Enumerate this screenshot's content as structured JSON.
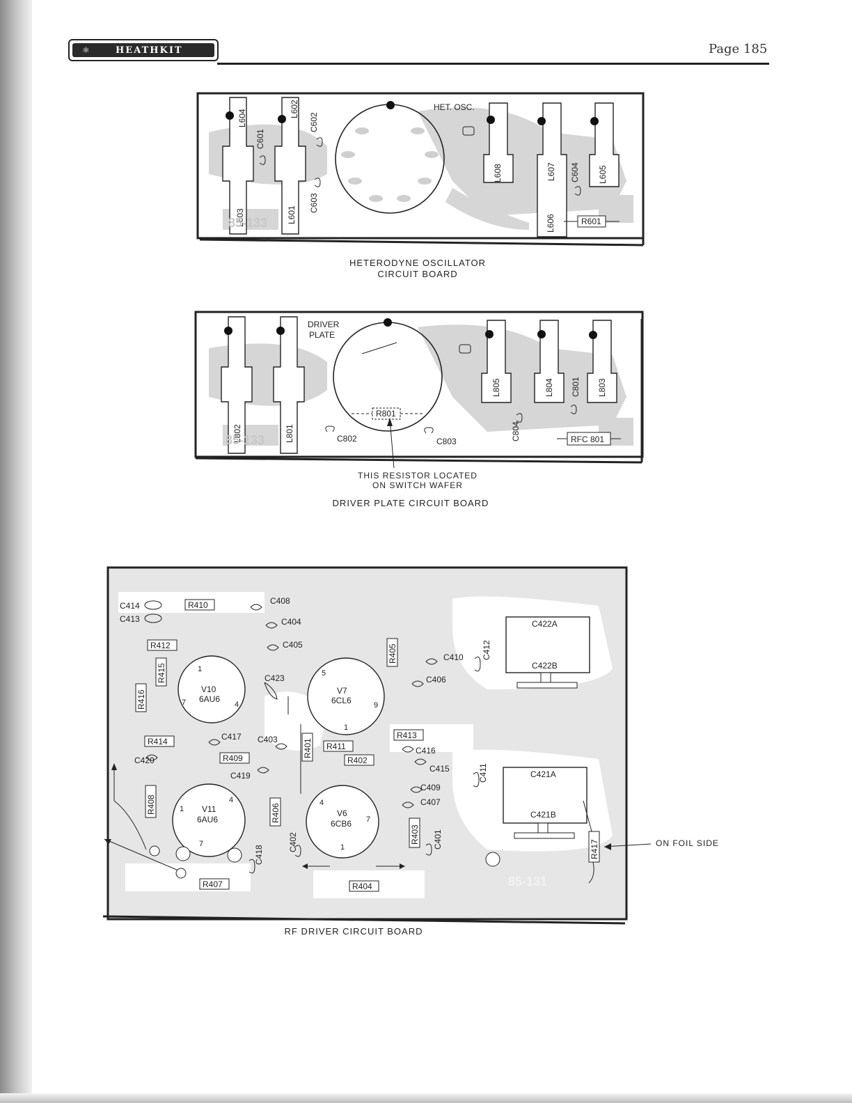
{
  "header": {
    "logo_text": "HEATHKIT",
    "page_label": "Page 185"
  },
  "board1": {
    "caption_line1": "HETERODYNE OSCILLATOR",
    "caption_line2": "CIRCUIT BOARD",
    "switch_label": "HET. OSC.",
    "board_number": "85-133",
    "labels": {
      "l604": "L604",
      "l602": "L602",
      "c602": "C602",
      "c601": "C601",
      "l603": "L603",
      "l601": "L601",
      "c603": "C603",
      "l608": "L608",
      "l607": "L607",
      "c604": "C604",
      "l605": "L605",
      "l606": "L606",
      "r601": "R601"
    }
  },
  "board2": {
    "caption": "DRIVER PLATE CIRCUIT BOARD",
    "note_line1": "THIS RESISTOR LOCATED",
    "note_line2": "ON SWITCH WAFER",
    "switch_label_1": "DRIVER",
    "switch_label_2": "PLATE",
    "board_number": "85-133",
    "labels": {
      "l802": "L802",
      "l801": "L801",
      "r801": "R801",
      "c802": "C802",
      "c803": "C803",
      "l805": "L805",
      "l804": "L804",
      "c801": "C801",
      "l803": "L803",
      "c804": "C804",
      "rfc801": "RFC 801"
    }
  },
  "board3": {
    "caption": "RF DRIVER CIRCUIT BOARD",
    "foil_note": "ON FOIL SIDE",
    "board_number": "85-131",
    "tubes": {
      "v10": "V10",
      "v10_type": "6AU6",
      "v7": "V7",
      "v7_type": "6CL6",
      "v11": "V11",
      "v11_type": "6AU6",
      "v6": "V6",
      "v6_type": "6CB6"
    },
    "labels": {
      "c414": "C414",
      "c413": "C413",
      "r410": "R410",
      "c408": "C408",
      "c404": "C404",
      "c405": "C405",
      "r412": "R412",
      "r415": "R415",
      "r416": "R416",
      "c423": "C423",
      "r405": "R405",
      "c410": "C410",
      "c412": "C412",
      "c406": "C406",
      "c422a": "C422A",
      "c422b": "C422B",
      "r414": "R414",
      "c417": "C417",
      "c403": "C403",
      "r401": "R401",
      "r411": "R411",
      "r413": "R413",
      "c416": "C416",
      "c420": "C420",
      "r409": "R409",
      "r402": "R402",
      "c415": "C415",
      "c419": "C419",
      "c411": "C411",
      "c421a": "C421A",
      "c409": "C409",
      "r408": "R408",
      "r406": "R406",
      "c407": "C407",
      "c421b": "C421B",
      "r403": "R403",
      "c402": "C402",
      "c401": "C401",
      "c418": "C418",
      "r417": "R417",
      "r407": "R407",
      "r404": "R404"
    },
    "pins": {
      "v10_p1": "1",
      "v10_p7": "7",
      "v10_p4": "4",
      "v7_p5": "5",
      "v7_p9": "9",
      "v7_p1": "1",
      "v11_p4": "4",
      "v11_p1": "1",
      "v11_p7": "7",
      "v6_p4": "4",
      "v6_p7": "7",
      "v6_p1": "1"
    }
  }
}
